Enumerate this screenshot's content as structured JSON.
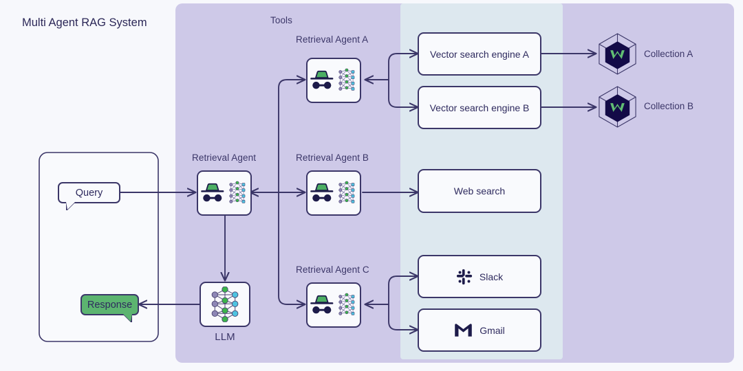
{
  "title": "Multi Agent RAG System",
  "colors": {
    "page_bg": "#f7f8fc",
    "panel_purple": "#cec9e8",
    "panel_tools": "#dde8ef",
    "stroke": "#3b3668",
    "text": "#2e2a5e",
    "node_fill": "#f9fafd",
    "green_accent": "#5cb470",
    "hat_green": "#4caf63",
    "node_green": "#3bb54a",
    "node_purple": "#8d86b5",
    "node_cyan": "#4ec3e0",
    "weaviate_dark": "#130a47",
    "weaviate_green": "#61bd73"
  },
  "panels": {
    "system": {
      "name": "multi-agent-system-panel"
    },
    "tools": {
      "label": "Tools"
    },
    "client": {
      "name": "client-container"
    }
  },
  "client": {
    "query": {
      "label": "Query",
      "fill": "#f9fafd"
    },
    "response": {
      "label": "Response",
      "fill": "#5cb470"
    }
  },
  "agents": [
    {
      "id": "retrieval-agent",
      "label": "Retrieval Agent",
      "icon": "spy-agent-icon"
    },
    {
      "id": "retrieval-agent-a",
      "label": "Retrieval Agent A",
      "icon": "spy-agent-icon"
    },
    {
      "id": "retrieval-agent-b",
      "label": "Retrieval Agent B",
      "icon": "spy-agent-icon"
    },
    {
      "id": "retrieval-agent-c",
      "label": "Retrieval Agent C",
      "icon": "spy-agent-icon"
    }
  ],
  "llm": {
    "label": "LLM",
    "icon": "neural-network-icon"
  },
  "tools": [
    {
      "id": "vector-search-engine-a",
      "label": "Vector search engine A",
      "icon": null
    },
    {
      "id": "vector-search-engine-b",
      "label": "Vector search engine B",
      "icon": null
    },
    {
      "id": "web-search",
      "label": "Web search",
      "icon": null
    },
    {
      "id": "slack",
      "label": "Slack",
      "icon": "slack-icon"
    },
    {
      "id": "gmail",
      "label": "Gmail",
      "icon": "gmail-icon"
    }
  ],
  "collections": [
    {
      "id": "collection-a",
      "label": "Collection A",
      "icon": "weaviate-hexagon-icon"
    },
    {
      "id": "collection-b",
      "label": "Collection B",
      "icon": "weaviate-hexagon-icon"
    }
  ],
  "chart_data": {
    "type": "diagram",
    "title": "Multi Agent RAG System",
    "nodes": [
      "Query",
      "Retrieval Agent",
      "LLM",
      "Response",
      "Retrieval Agent A",
      "Retrieval Agent B",
      "Retrieval Agent C",
      "Vector search engine A",
      "Vector search engine B",
      "Web search",
      "Slack",
      "Gmail",
      "Collection A",
      "Collection B"
    ],
    "edges": [
      {
        "from": "Query",
        "to": "Retrieval Agent",
        "dir": "forward"
      },
      {
        "from": "Retrieval Agent",
        "to": "LLM",
        "dir": "forward"
      },
      {
        "from": "LLM",
        "to": "Response",
        "dir": "forward"
      },
      {
        "from": "Retrieval Agent",
        "to": "Retrieval Agent A",
        "dir": "forward"
      },
      {
        "from": "Retrieval Agent",
        "to": "Retrieval Agent B",
        "dir": "both"
      },
      {
        "from": "Retrieval Agent",
        "to": "Retrieval Agent C",
        "dir": "forward"
      },
      {
        "from": "Retrieval Agent A",
        "to": "Vector search engine A",
        "dir": "forward"
      },
      {
        "from": "Retrieval Agent A",
        "to": "Vector search engine B",
        "dir": "forward"
      },
      {
        "from": "Vector search engine A",
        "to": "Collection A",
        "dir": "forward"
      },
      {
        "from": "Vector search engine B",
        "to": "Collection B",
        "dir": "forward"
      },
      {
        "from": "Retrieval Agent B",
        "to": "Web search",
        "dir": "forward"
      },
      {
        "from": "Retrieval Agent C",
        "to": "Slack",
        "dir": "forward"
      },
      {
        "from": "Retrieval Agent C",
        "to": "Gmail",
        "dir": "forward"
      }
    ]
  }
}
